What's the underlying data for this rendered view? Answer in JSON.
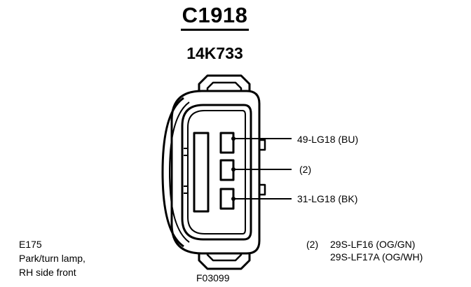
{
  "header": {
    "connector_code": "C1918",
    "part_number": "14K733"
  },
  "connector": {
    "id": "E175",
    "description_line1": "Park/turn lamp,",
    "description_line2": "RH side front"
  },
  "pins": [
    {
      "circuit": "49-LG18 (BU)"
    },
    {
      "circuit": "(2)"
    },
    {
      "circuit": "31-LG18 (BK)"
    }
  ],
  "note": {
    "marker": "(2)",
    "line1": "29S-LF16 (OG/GN)",
    "line2": "29S-LF17A (OG/WH)"
  },
  "figure_code": "F03099"
}
